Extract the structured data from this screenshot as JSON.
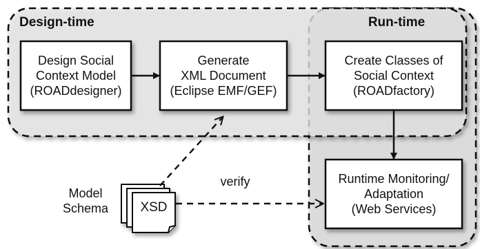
{
  "regions": {
    "design_time": {
      "title": "Design-time"
    },
    "run_time": {
      "title": "Run-time"
    }
  },
  "boxes": {
    "design": "Design Social\nContext Model\n(ROADdesigner)",
    "generate": "Generate\nXML Document\n(Eclipse EMF/GEF)",
    "create": "Create Classes of\nSocial Context\n(ROADfactory)",
    "runtime": "Runtime Monitoring/\nAdaptation\n(Web Services)"
  },
  "schema": {
    "label": "Model\nSchema",
    "document": "XSD"
  },
  "edges": {
    "verify_label": "verify"
  },
  "colors": {
    "region_fill": "#e6e6e6",
    "box_fill": "#ffffff",
    "stroke": "#111111"
  }
}
